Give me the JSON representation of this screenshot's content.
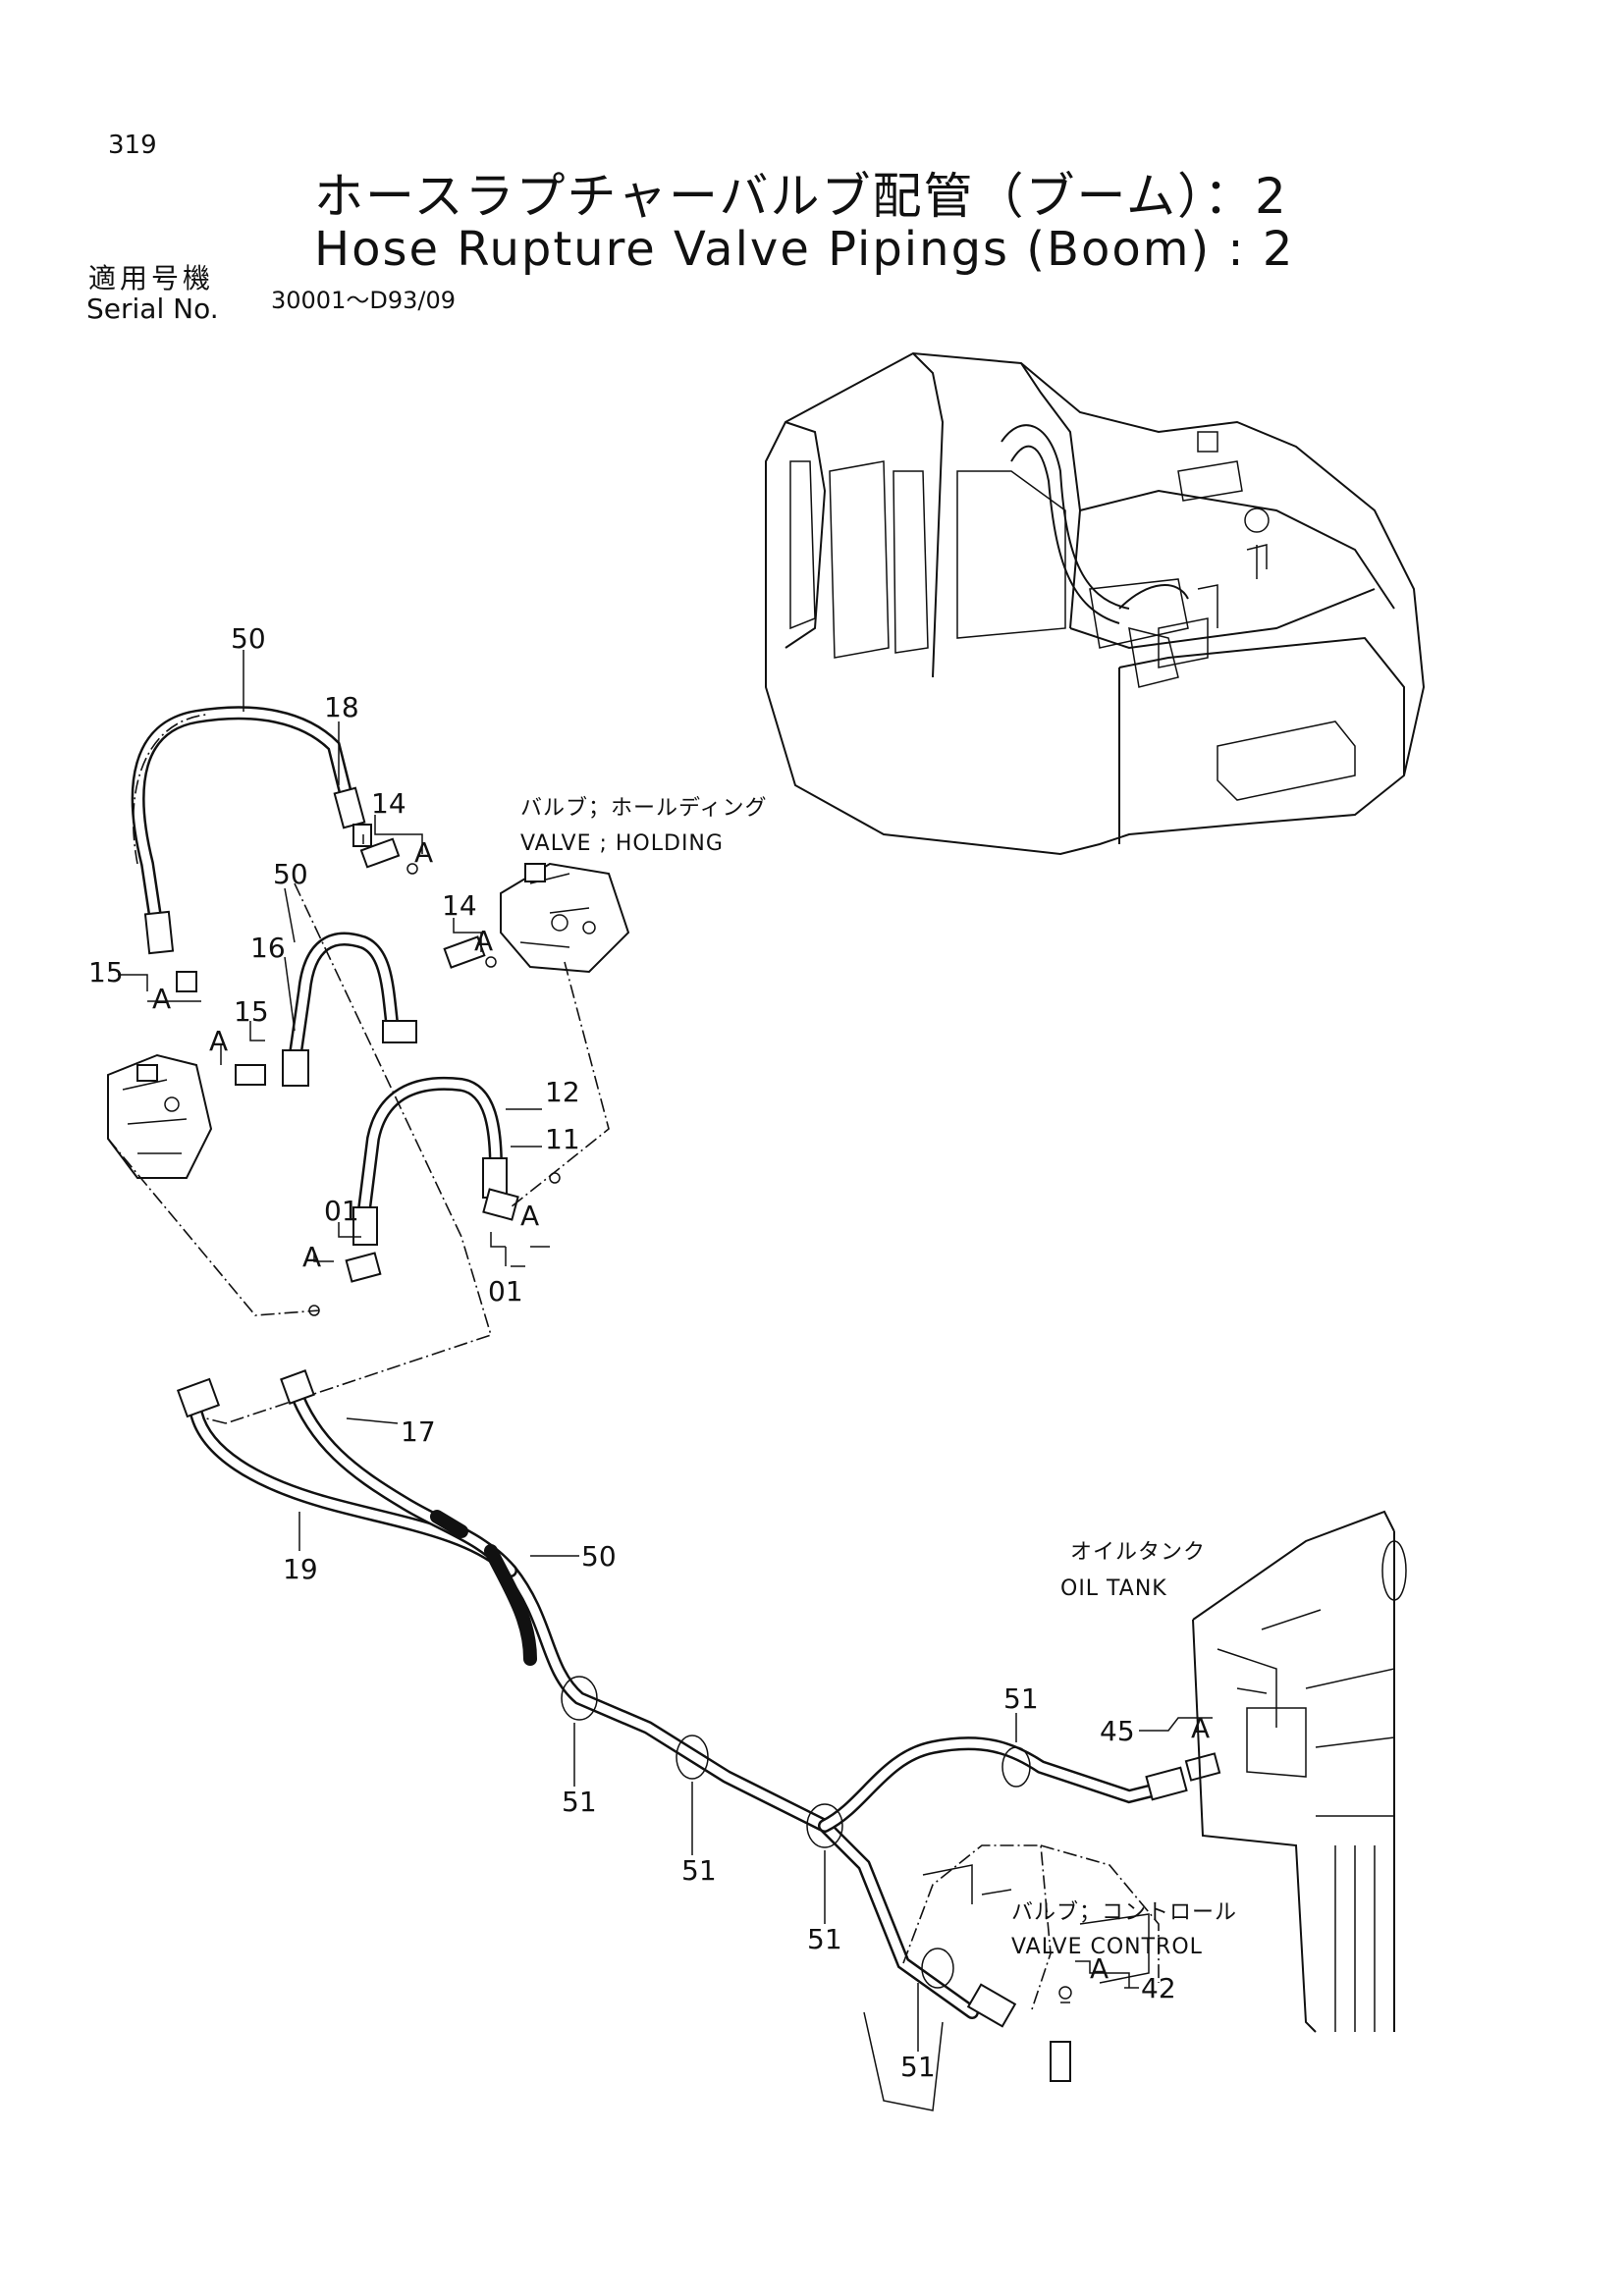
{
  "page": {
    "number": "319",
    "title_jp": "ホースラプチャーバルブ配管（ブーム）：2",
    "title_en": "Hose Rupture Valve Pipings (Boom) : 2",
    "serial_label_jp": "適用号機",
    "serial_label_en": "Serial No.",
    "serial_range": "30001～D93/09"
  },
  "diagram": {
    "callouts": {
      "c50a": "50",
      "c18": "18",
      "c14a": "14",
      "cAa": "A",
      "c50b": "50",
      "c14b": "14",
      "cAb": "A",
      "c16": "16",
      "c15a": "15",
      "cAc": "A",
      "c15b": "15",
      "cAd": "A",
      "c12": "12",
      "c11": "11",
      "c01a": "01",
      "cAe": "A",
      "c01b": "01",
      "cAf": "A",
      "c17": "17",
      "c19": "19",
      "c50c": "50",
      "c51a": "51",
      "c51b": "51",
      "c51c": "51",
      "c51d": "51",
      "c51e": "51",
      "c45": "45",
      "cAg": "A",
      "c42": "42",
      "cAh": "A"
    },
    "captions": {
      "valve_holding_jp": "バルブ；ホールディング",
      "valve_holding_en": "VALVE ; HOLDING",
      "oil_tank_jp": "オイルタンク",
      "oil_tank_en": "OIL TANK",
      "valve_control_jp": "バルブ；コントロール",
      "valve_control_en": "VALVE CONTROL"
    }
  }
}
